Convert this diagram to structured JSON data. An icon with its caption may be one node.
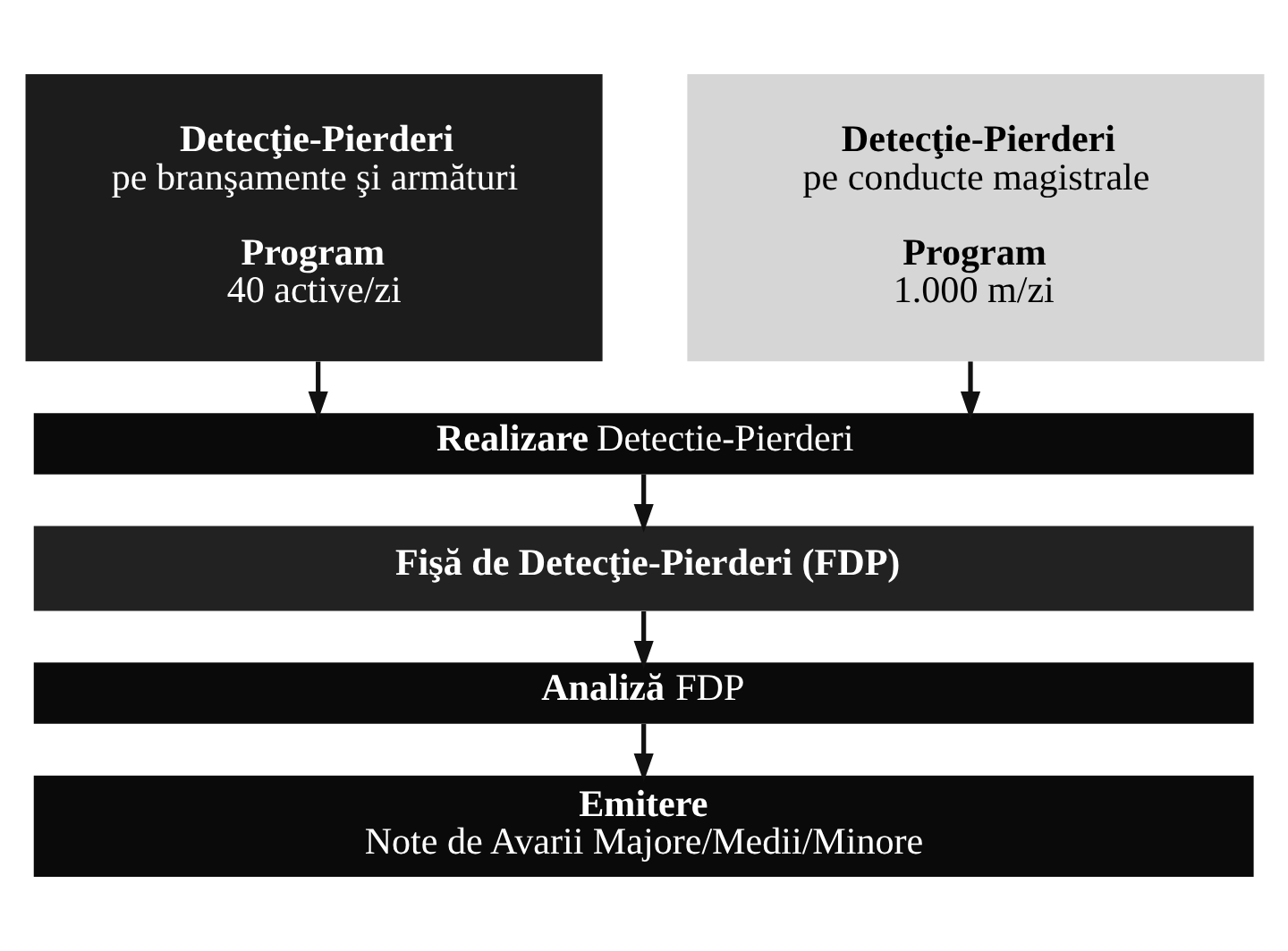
{
  "diagram": {
    "nodes": [
      {
        "text": [
          "**Detecţie-Pierderi**",
          "pe branşamente şi armături",
          "**Program**",
          "40 active/zi"
        ]
      },
      {
        "text": [
          "**Detecţie-Pierderi**",
          "pe conducte magistrale",
          "**Program**",
          "1.000 m/zi"
        ]
      },
      {
        "text": [
          "**Realizare** Detectie-Pierderi"
        ]
      },
      {
        "text": [
          "**Fişă de Detecţie-Pierderi (FDP)**"
        ]
      },
      {
        "text": [
          "**Analiză** FDP"
        ]
      },
      {
        "text": [
          "**Emitere**",
          "Note de Avarii Majore/Medii/Minore"
        ]
      }
    ],
    "edges": [
      {
        "from": 0,
        "to": 2,
        "arrow": "to"
      },
      {
        "from": 1,
        "to": 2,
        "arrow": "to"
      },
      {
        "from": 2,
        "to": 3,
        "arrow": "to"
      },
      {
        "from": 3,
        "to": 4,
        "arrow": "to"
      },
      {
        "from": 4,
        "to": 5,
        "arrow": "to"
      }
    ]
  }
}
